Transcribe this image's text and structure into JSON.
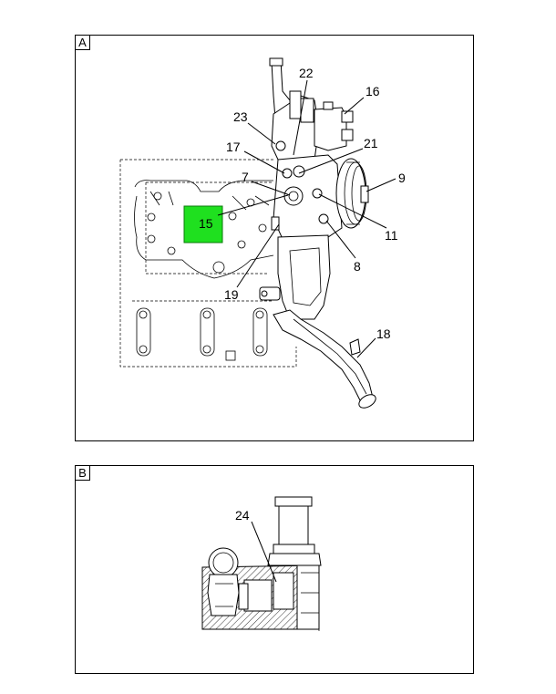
{
  "panels": {
    "a": {
      "tag": "A",
      "callouts": {
        "c22": "22",
        "c16": "16",
        "c23": "23",
        "c21": "21",
        "c17": "17",
        "c9": "9",
        "c7": "7",
        "c15": "15",
        "c11": "11",
        "c8": "8",
        "c19": "19",
        "c18": "18"
      },
      "highlight_color": "#1fe01f"
    },
    "b": {
      "tag": "B",
      "callouts": {
        "c24": "24"
      }
    }
  }
}
